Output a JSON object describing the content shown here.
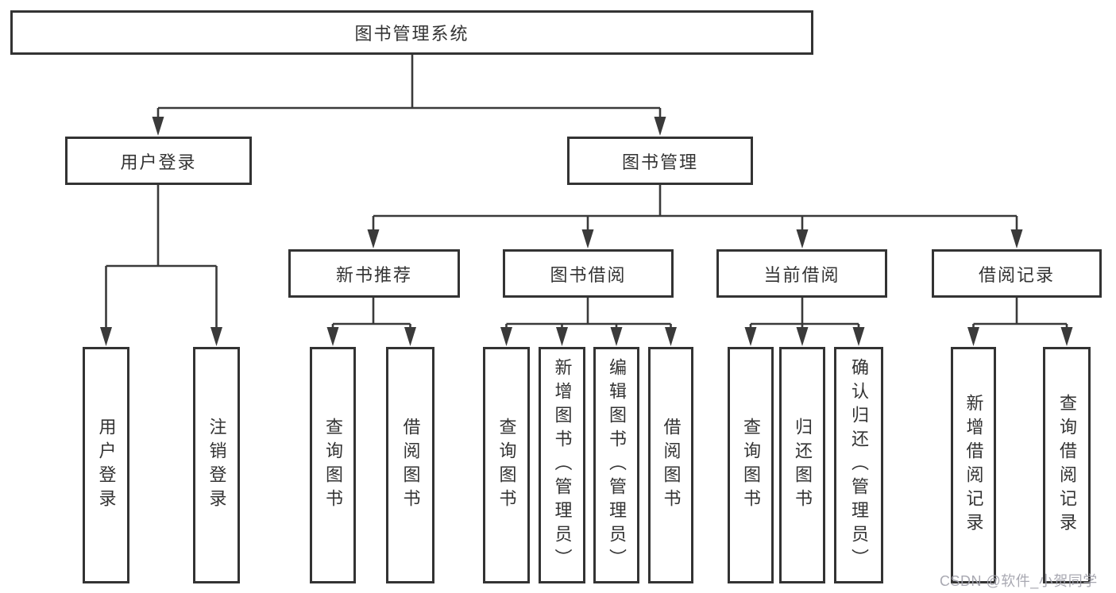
{
  "diagram": {
    "type": "tree-structure-chart",
    "root": {
      "label": "图书管理系统"
    },
    "children": [
      {
        "label": "用户登录",
        "children": [
          {
            "label": "用户登录"
          },
          {
            "label": "注销登录"
          }
        ]
      },
      {
        "label": "图书管理",
        "children": [
          {
            "label": "新书推荐",
            "children": [
              {
                "label": "查询图书"
              },
              {
                "label": "借阅图书"
              }
            ]
          },
          {
            "label": "图书借阅",
            "children": [
              {
                "label": "查询图书"
              },
              {
                "label": "新增图书（管理员）"
              },
              {
                "label": "编辑图书（管理员）"
              },
              {
                "label": "借阅图书"
              }
            ]
          },
          {
            "label": "当前借阅",
            "children": [
              {
                "label": "查询图书"
              },
              {
                "label": "归还图书"
              },
              {
                "label": "确认归还（管理员）"
              }
            ]
          },
          {
            "label": "借阅记录",
            "children": [
              {
                "label": "新增借阅记录"
              },
              {
                "label": "查询借阅记录"
              }
            ]
          }
        ]
      }
    ]
  },
  "watermark": {
    "text": "CSDN @软件_小贺同学"
  },
  "colors": {
    "line": "#3a3a3a",
    "border": "#333333",
    "text": "#333333",
    "watermark": "#a2a2ac",
    "background": "#ffffff"
  }
}
